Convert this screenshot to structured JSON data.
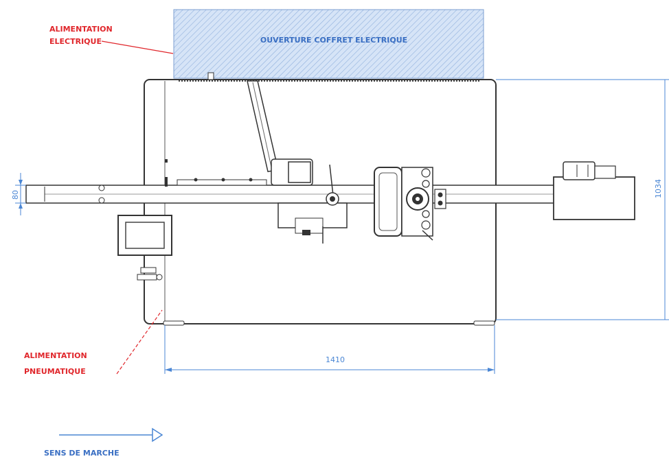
{
  "labels": {
    "power_electric_line1": "ALIMENTATION",
    "power_electric_line2": "ELECTRIQUE",
    "cabinet_opening": "OUVERTURE COFFRET ELECTRIQUE",
    "power_pneumatic_line1": "ALIMENTATION",
    "power_pneumatic_line2": "PNEUMATIQUE",
    "direction": "SENS DE MARCHE"
  },
  "dimensions": {
    "length": "1410",
    "depth": "1034",
    "rail": "80"
  },
  "colors": {
    "label_red": "#e0262b",
    "label_blue": "#3a6fc3",
    "dimension_blue": "#4a86d4",
    "outline": "#333333"
  }
}
